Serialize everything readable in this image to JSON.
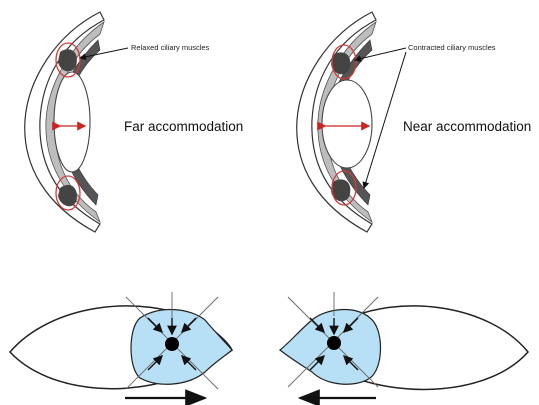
{
  "left_panel": {
    "muscle_label": "Relaxed ciliary muscles",
    "mode_label": "Far accommodation"
  },
  "right_panel": {
    "muscle_label": "Contracted ciliary muscles",
    "mode_label": "Near accommodation"
  },
  "colors": {
    "iris_fill": "#b7dff5",
    "circle_stroke": "#d23a3a",
    "arrow_red": "#cc2222",
    "muscle_dark": "#555555",
    "shading": "#bdbdbd",
    "outline": "#333333"
  },
  "icons": [
    "left-arrow-icon",
    "right-arrow-icon",
    "pupil-icon",
    "eye-icon"
  ]
}
